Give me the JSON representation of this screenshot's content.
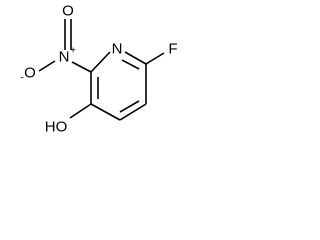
{
  "molecule": {
    "atoms": {
      "ring_nitrogen": "N",
      "fluorine": "F",
      "hydroxyl": "HO",
      "nitro_nitrogen": "N",
      "nitro_nitrogen_charge": "+",
      "nitro_oxygen_top": "O",
      "nitro_oxygen_left": "O",
      "nitro_oxygen_left_charge": "-"
    },
    "colors": {
      "bond": "#000000",
      "label": "#000000",
      "background": "#ffffff"
    }
  }
}
